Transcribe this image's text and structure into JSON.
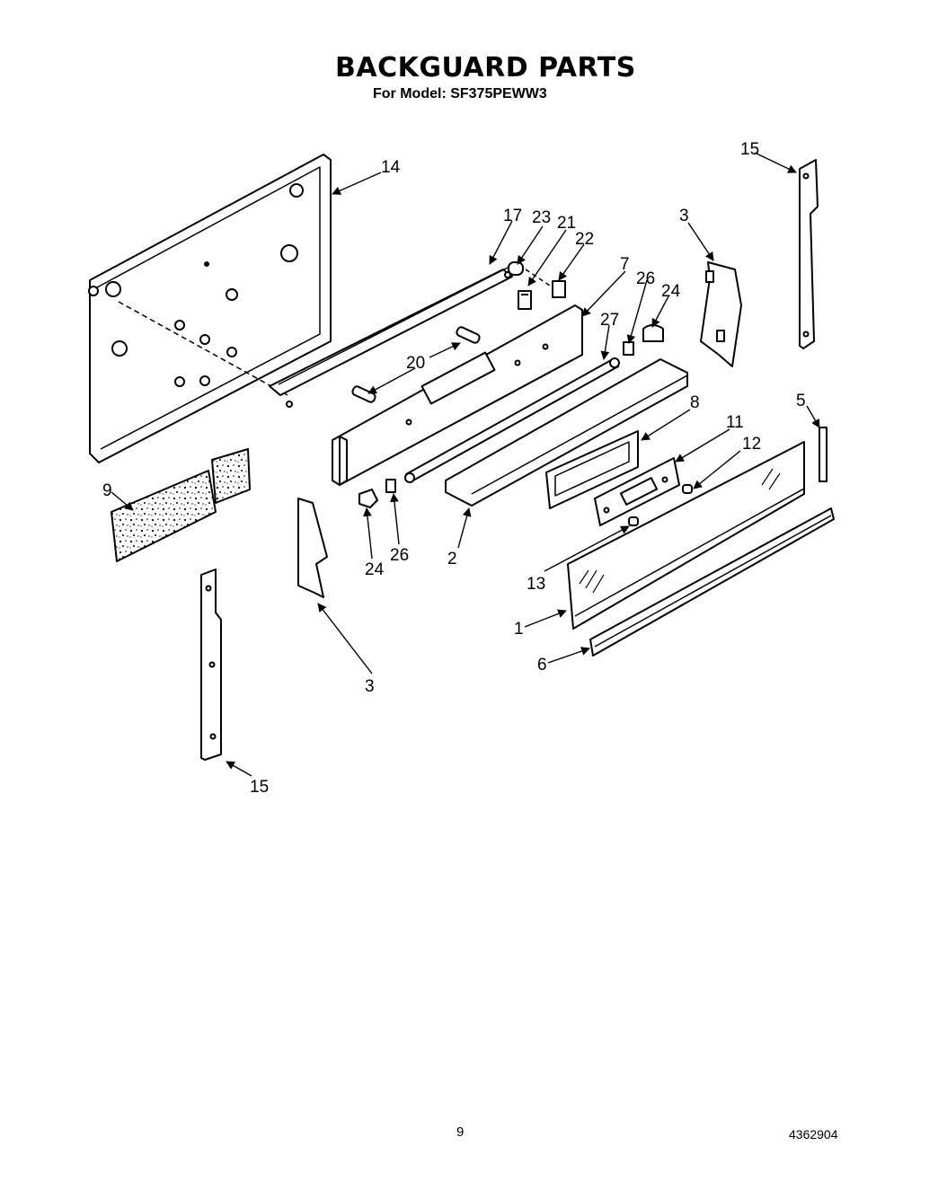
{
  "header": {
    "title": "BACKGUARD PARTS",
    "subtitle": "For Model: SF375PEWW3"
  },
  "footer": {
    "page_number": "9",
    "document_number": "4362904"
  },
  "callouts": {
    "c14": "14",
    "c15a": "15",
    "c17": "17",
    "c23": "23",
    "c21": "21",
    "c22": "22",
    "c3a": "3",
    "c7": "7",
    "c26a": "26",
    "c24a": "24",
    "c27": "27",
    "c20": "20",
    "c8": "8",
    "c11": "11",
    "c5": "5",
    "c12": "12",
    "c9": "9",
    "c24b": "24",
    "c26b": "26",
    "c2": "2",
    "c13": "13",
    "c1": "1",
    "c6": "6",
    "c3b": "3",
    "c15b": "15"
  }
}
